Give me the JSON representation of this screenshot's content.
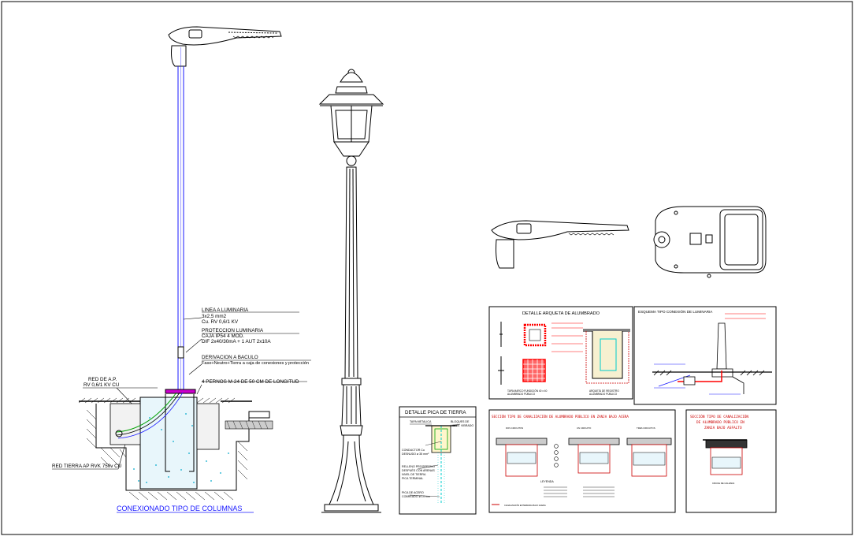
{
  "left_column": {
    "label_linea": "LINEA A LUMINARIA",
    "label_linea_2": "3x2,5 mm2",
    "label_linea_3": "Cu. RV 0,6/1 KV",
    "label_proteccion": "PROTECCION LUMINARIA",
    "label_proteccion_2": "CAJA IP54 4 MOD.",
    "label_proteccion_3": "DIF 2x40/30mA + 1 AUT 2x10A",
    "label_derivacion": "DERIVACION A BACULO",
    "label_derivacion_2": "Fase+Neutro+Tierra a caja de conexiones y protección",
    "label_pernos": "4 PERNOS M-24 DE 50 CM DE LONGITUD",
    "label_red_ap": "RED DE A.P.",
    "label_red_ap_2": "RV 0,6/1 KV CU",
    "label_red_tierra": "RED TIERRA AP RVK 750v CU",
    "title": "CONEXIONADO TIPO DE COLUMNAS"
  },
  "pica": {
    "title": "DETALLE PICA DE TIERRA",
    "label_tapa": "TAPA METALICA",
    "label_bloques": "BLOQUES DE",
    "label_bloques_2": "HORM. VIBRADO",
    "label_conductor": "CONDUCTOR Cu",
    "label_conductor_2": "DESNUDO ø 35 mm²",
    "label_relleno": "RELLENO PROGRESIVO",
    "label_relleno_2": "DESPUÉS CON ARENAS",
    "label_relleno_3": "NIVEL DE TIERRA",
    "label_relleno_4": "PICA TERMINAL",
    "label_pica": "PICA DE ACERO",
    "label_pica_2": "COBREADO ø 14 mm"
  },
  "arqueta": {
    "title": "DETALLE ARQUETA DE ALUMBRADO",
    "caption_left": "TAPA MARCO FUNDICIÓN 40 x 40",
    "caption_left_2": "ALUMBRADO PÚBLICO",
    "caption_right": "ARQUETA DE REGISTRO",
    "caption_right_2": "ALUMBRADO PÚBLICO"
  },
  "esquema": {
    "title": "ESQUEMA TIPO CONEXIÓN DE LUMINARIA"
  },
  "canalizacion_acera": {
    "title": "SECCIÓN TIPO DE CANALIZACIÓN DE ALUMBRADO PÚBLICO EN ZANJA BAJO ACERA",
    "sub_1": "DOS CIRCUITOS",
    "sub_2": "UN CIRCUITO",
    "sub_3": "TRES CIRCUITOS",
    "legend_title": "LEYENDA",
    "footer": "CANALIZACIÓN ENTERRADA BAJO ACERA"
  },
  "canalizacion_asfalto": {
    "title": "SECCIÓN TIPO DE CANALIZACIÓN",
    "title_2": "DE ALUMBRADO PÚBLICO EN",
    "title_3": "ZANJA BAJO ASFALTO",
    "caption": "CRUCE DE CALZADA"
  },
  "colors": {
    "line": "#000000",
    "blue": "#1a1aff",
    "red": "#ff0000",
    "cyan": "#00cccc",
    "green": "#00a000",
    "magenta": "#cc00cc",
    "title_blue": "#1a1aff"
  },
  "icons": [
    "street-lamp-modern-icon",
    "lantern-post-icon",
    "luminaire-top-view-icon"
  ]
}
